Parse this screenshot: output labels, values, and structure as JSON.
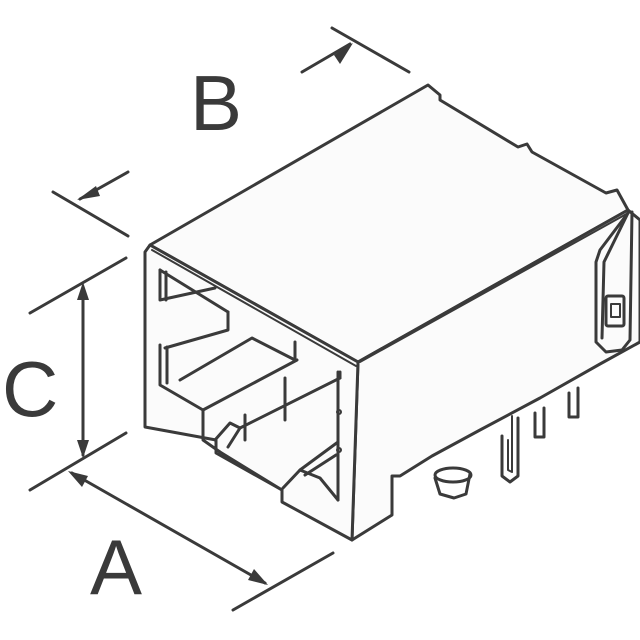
{
  "figure": {
    "subject": "RJ45 modular jack connector, isometric outline drawing",
    "line_color": "#3a3a3a",
    "background": "#ffffff"
  },
  "dimensions": {
    "A": {
      "label": "A",
      "describes": "length along front-to-back bottom edge"
    },
    "B": {
      "label": "B",
      "describes": "depth along top edge"
    },
    "C": {
      "label": "C",
      "describes": "height of front face"
    }
  }
}
